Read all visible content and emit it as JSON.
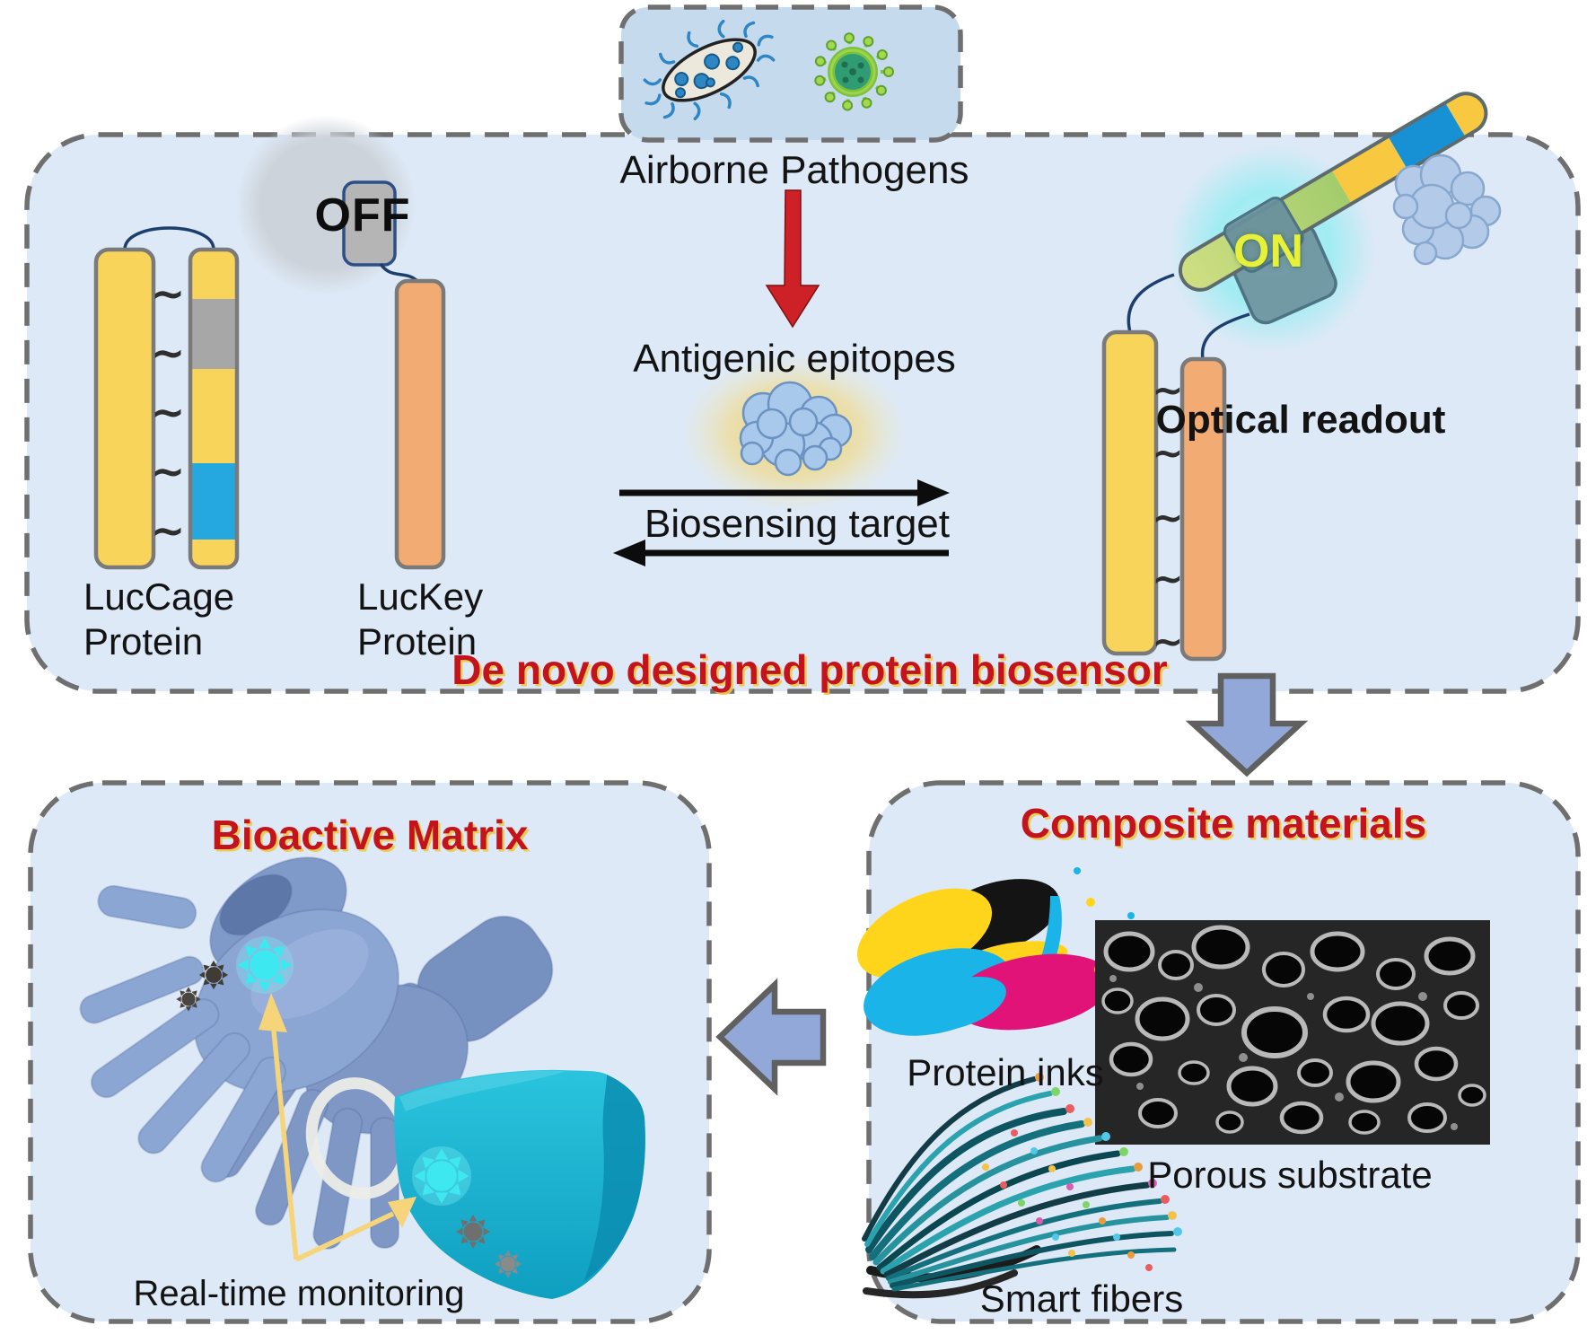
{
  "figure": {
    "pathogen_box": {
      "label": "Airborne Pathogens",
      "icons": [
        "bacteria-icon",
        "virus-icon"
      ]
    },
    "biosensor_panel": {
      "caption": "De novo designed protein biosensor",
      "off_label": "OFF",
      "on_label": "ON",
      "luccage_line1": "LucCage",
      "luccage_line2": "Protein",
      "luckey_line1": "LucKey",
      "luckey_line2": "Protein",
      "antigenic_label": "Antigenic epitopes",
      "biosensing_label": "Biosensing target",
      "optical_label": "Optical readout",
      "linker_symbol": "~"
    },
    "bioactive_panel": {
      "title": "Bioactive Matrix",
      "caption": "Real-time monitoring"
    },
    "composite_panel": {
      "title": "Composite materials",
      "ink_label": "Protein inks",
      "substrate_label": "Porous substrate",
      "fibers_label": "Smart fibers"
    },
    "colors": {
      "panel_fill": "#dde9f6",
      "pathogen_box_fill": "#c6daee",
      "dash_border": "#6f6f6f",
      "cage_yellow": "#f8d45a",
      "key_orange": "#f2ab73",
      "latch_gray": "#a7a7a7",
      "latch_blue": "#25a8e0",
      "accent_red": "#c3141e",
      "navy_linker": "#1d3f6e",
      "on_text_yellow": "#e7f139",
      "teal_domain": "#6e939e",
      "glow_cyan": "#7beef0",
      "epitope_blue": "#a9c9ec",
      "block_arrow_blue": "#91a8d9",
      "glove_blue": "#8ca6d4",
      "mask_teal": "#13b5d4",
      "sun_cyan": "#3ee8f0",
      "ink_cyan": "#1ab4e8",
      "ink_magenta": "#e11278",
      "ink_yellow": "#ffd51c",
      "ink_black": "#141414"
    }
  }
}
